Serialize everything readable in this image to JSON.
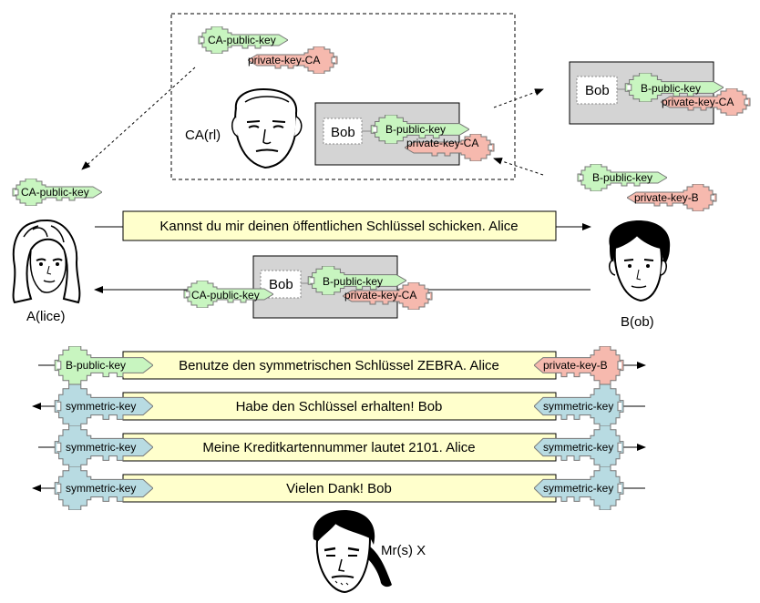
{
  "colors": {
    "public_key": "#c8f5c0",
    "private_key": "#f6b9ae",
    "symmetric_key": "#b8dbe2",
    "message": "#ffffcc",
    "certificate": "#d4d4d4"
  },
  "ca": {
    "label": "CA(rl)",
    "ca_public_key": "CA-public-key",
    "ca_private_key": "private-key-CA",
    "cert_name": "Bob",
    "cert_public_key": "B-public-key",
    "cert_signature": "private-key-CA"
  },
  "bob_certificate": {
    "name": "Bob",
    "public_key": "B-public-key",
    "signature": "private-key-CA"
  },
  "bob_keys": {
    "public_key": "B-public-key",
    "private_key": "private-key-B"
  },
  "alice": {
    "label": "A(lice)",
    "ca_public_key": "CA-public-key"
  },
  "bob": {
    "label": "B(ob)"
  },
  "eavesdropper": {
    "label": "Mr(s) X"
  },
  "request": {
    "text": "Kannst du mir deinen öffentlichen Schlüssel schicken. Alice"
  },
  "reply": {
    "ca_key": "CA-public-key",
    "cert_name": "Bob",
    "cert_public_key": "B-public-key",
    "cert_signature": "private-key-CA"
  },
  "messages": [
    {
      "text": "Benutze den symmetrischen Schlüssel ZEBRA. Alice",
      "left_key": "B-public-key",
      "right_key": "private-key-B"
    },
    {
      "text": "Habe den Schlüssel erhalten! Bob",
      "left_key": "symmetric-key",
      "right_key": "symmetric-key"
    },
    {
      "text": "Meine Kreditkartennummer lautet 2101. Alice",
      "left_key": "symmetric-key",
      "right_key": "symmetric-key"
    },
    {
      "text": "Vielen Dank! Bob",
      "left_key": "symmetric-key",
      "right_key": "symmetric-key"
    }
  ]
}
